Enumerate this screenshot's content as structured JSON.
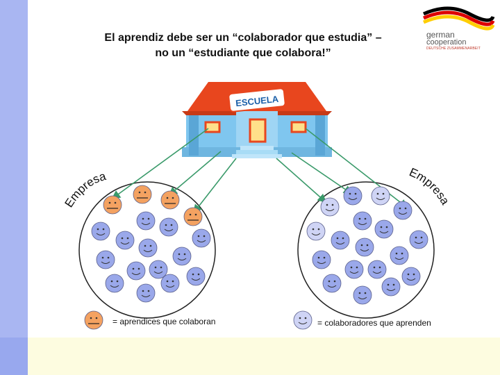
{
  "title": {
    "line1": "El aprendiz debe ser un “colaborador que estudia” –",
    "line2": "no un “estudiante que colabora!”"
  },
  "logo": {
    "line1": "german",
    "line2": "cooperation",
    "line3": "DEUTSCHE ZUSAMMENARBEIT",
    "flag_colors": [
      "#000000",
      "#dd0000",
      "#ffce00"
    ]
  },
  "school": {
    "sign": "ESCUELA",
    "roof_color": "#e8461e",
    "wall_color": "#7fc6ef"
  },
  "left_group": {
    "label": "Empresa",
    "legend": "= aprendices que colaboran",
    "face_color_main": "#9aa8ea",
    "face_color_accent": "#f4a261"
  },
  "right_group": {
    "label": "Empresa",
    "legend": "= colaboradores que aprenden",
    "face_color_main": "#9aa8ea",
    "face_color_accent": "#cfd4f5"
  },
  "colors": {
    "arrow": "#3a9a6a",
    "side_bar": "#a9b6f2",
    "bottom_band": "#fdfce0"
  }
}
